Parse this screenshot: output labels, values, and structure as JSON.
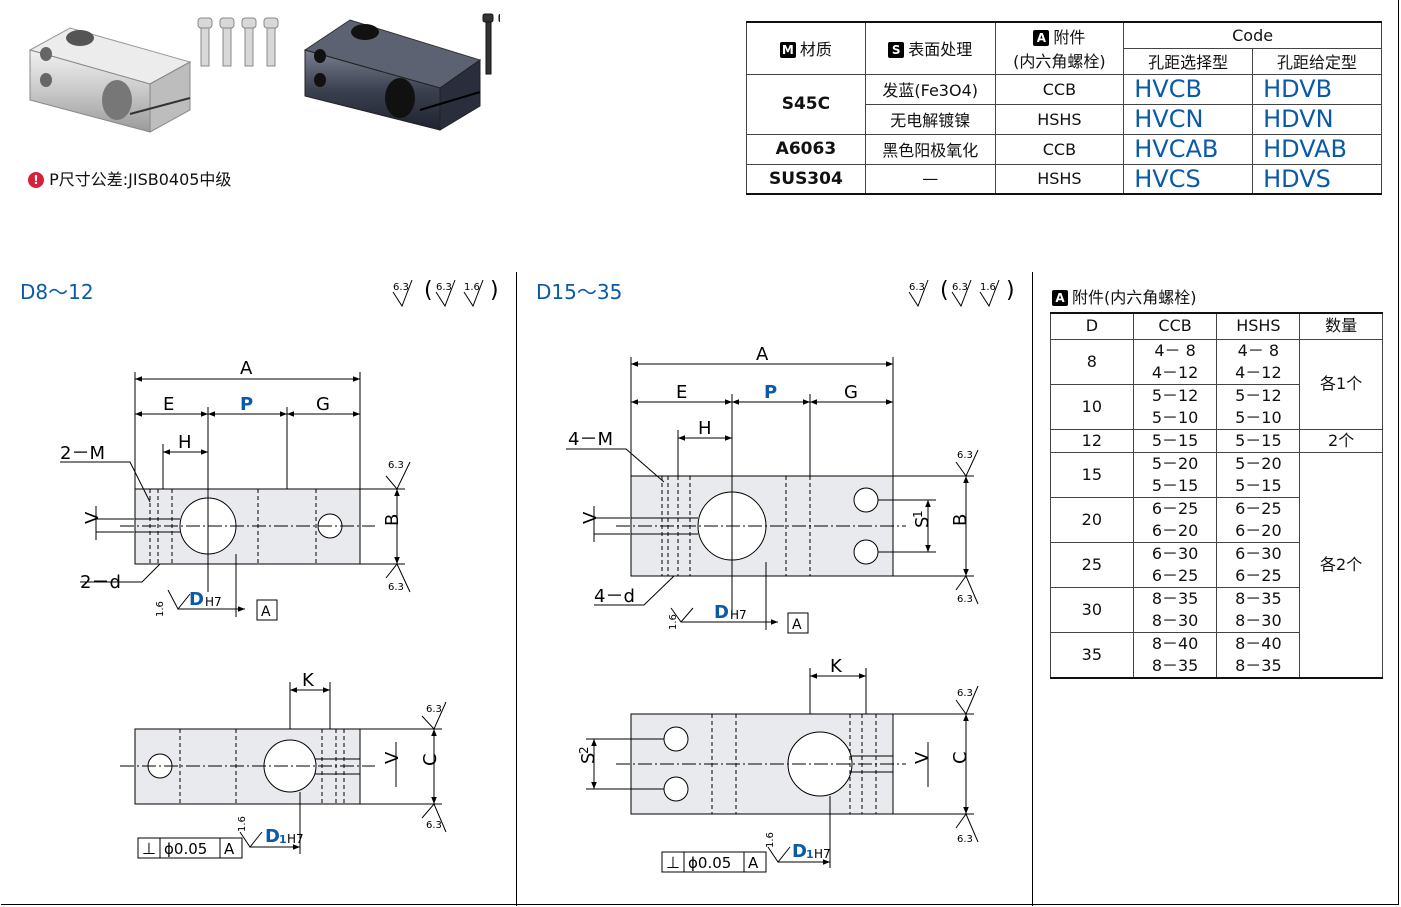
{
  "note": "P尺寸公差:JISB0405中级",
  "spec_table": {
    "hdr_material": "材质",
    "hdr_surface": "表面处理",
    "hdr_accessory": "附件",
    "hdr_accessory_sub": "(内六角螺栓)",
    "hdr_code": "Code",
    "hdr_code_sel": "孔距选择型",
    "hdr_code_fix": "孔距给定型",
    "badge_m": "M",
    "badge_s": "S",
    "badge_a": "A",
    "rows": [
      {
        "material": "S45C",
        "surface": "发蓝(Fe3O4)",
        "acc": "CCB",
        "sel": "HVCB",
        "fix": "HDVB"
      },
      {
        "material": "",
        "surface": "无电解镀镍",
        "acc": "HSHS",
        "sel": "HVCN",
        "fix": "HDVN"
      },
      {
        "material": "A6063",
        "surface": "黑色阳极氧化",
        "acc": "CCB",
        "sel": "HVCAB",
        "fix": "HDVAB"
      },
      {
        "material": "SUS304",
        "surface": "—",
        "acc": "HSHS",
        "sel": "HVCS",
        "fix": "HDVS"
      }
    ]
  },
  "left_panel": {
    "title": "D8～12",
    "labels": {
      "A": "A",
      "E": "E",
      "P": "P",
      "G": "G",
      "H": "H",
      "M": "2－M",
      "d": "2－d",
      "V": "V",
      "B": "B",
      "D": "D",
      "DH": "H7",
      "K": "K",
      "C": "C",
      "D1": "D",
      "D1sub": "1",
      "D1H": "H7",
      "datum": "A",
      "perp": "⊥",
      "tol": "ϕ0.05",
      "rough63": "6.3",
      "rough16": "1.6"
    }
  },
  "right_panel": {
    "title": "D15～35",
    "labels": {
      "A": "A",
      "E": "E",
      "P": "P",
      "G": "G",
      "H": "H",
      "M": "4－M",
      "d": "4－d",
      "V": "V",
      "B": "B",
      "S1": "S",
      "S1sub": "1",
      "D": "D",
      "DH": "H7",
      "K": "K",
      "C": "C",
      "S2": "S",
      "S2sub": "2",
      "D1": "D",
      "D1sub": "1",
      "D1H": "H7",
      "datum": "A",
      "perp": "⊥",
      "tol": "ϕ0.05",
      "rough63": "6.3",
      "rough16": "1.6"
    }
  },
  "accessory_table": {
    "title": "附件(内六角螺栓)",
    "badge": "A",
    "headers": [
      "D",
      "CCB",
      "HSHS",
      "数量"
    ],
    "rows": [
      {
        "d": "8",
        "ccb": [
          "4－ 8",
          "4－12"
        ],
        "hshs": [
          "4－ 8",
          "4－12"
        ]
      },
      {
        "d": "10",
        "ccb": [
          "5－12",
          "5－10"
        ],
        "hshs": [
          "5－12",
          "5－10"
        ]
      },
      {
        "d": "12",
        "ccb": [
          "5－15"
        ],
        "hshs": [
          "5－15"
        ]
      },
      {
        "d": "15",
        "ccb": [
          "5－20",
          "5－15"
        ],
        "hshs": [
          "5－20",
          "5－15"
        ]
      },
      {
        "d": "20",
        "ccb": [
          "6－25",
          "6－20"
        ],
        "hshs": [
          "6－25",
          "6－20"
        ]
      },
      {
        "d": "25",
        "ccb": [
          "6－30",
          "6－25"
        ],
        "hshs": [
          "6－30",
          "6－25"
        ]
      },
      {
        "d": "30",
        "ccb": [
          "8－35",
          "8－30"
        ],
        "hshs": [
          "8－35",
          "8－30"
        ]
      },
      {
        "d": "35",
        "ccb": [
          "8－40",
          "8－35"
        ],
        "hshs": [
          "8－40",
          "8－35"
        ]
      }
    ],
    "qty": [
      "各1个",
      "2个",
      "各2个"
    ]
  },
  "colors": {
    "accent_blue": "#0a5aa8",
    "part_fill": "#e8eaee",
    "warn_red": "#d8203c"
  }
}
